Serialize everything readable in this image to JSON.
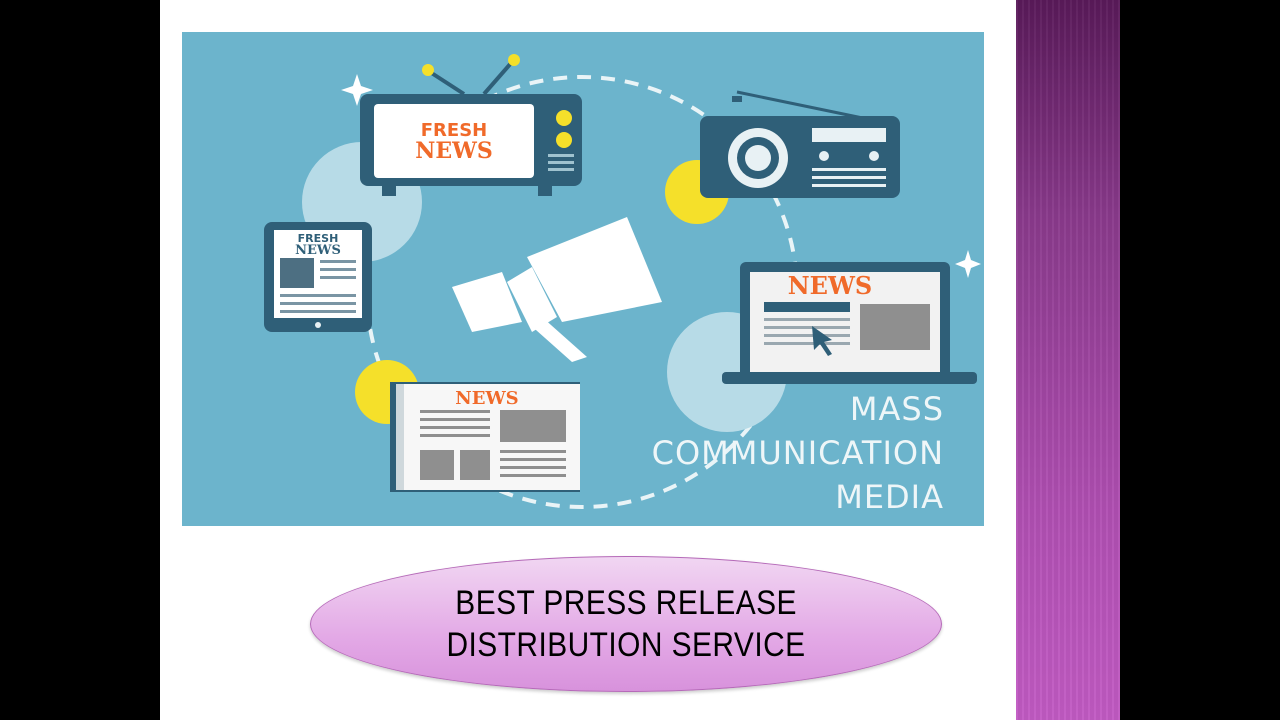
{
  "illustration": {
    "tv_sign_line1": "FRESH",
    "tv_sign_line2": "NEWS",
    "tablet_line1": "FRESH",
    "tablet_line2": "NEWS",
    "laptop_headline": "NEWS",
    "newspaper_headline": "NEWS",
    "mass_line1": "MASS",
    "mass_line2": "COMMUNICATION",
    "mass_line3": "MEDIA"
  },
  "caption": {
    "line1": "BEST PRESS RELEASE",
    "line2": "DISTRIBUTION SERVICE"
  },
  "colors": {
    "background_blue": "#6cb4cc",
    "device_dark": "#2f5f78",
    "news_orange": "#f06a2a",
    "accent_yellow": "#f5e02a",
    "caption_purple": "#e3a9e6",
    "side_bar_purple": "#b04fb2"
  }
}
